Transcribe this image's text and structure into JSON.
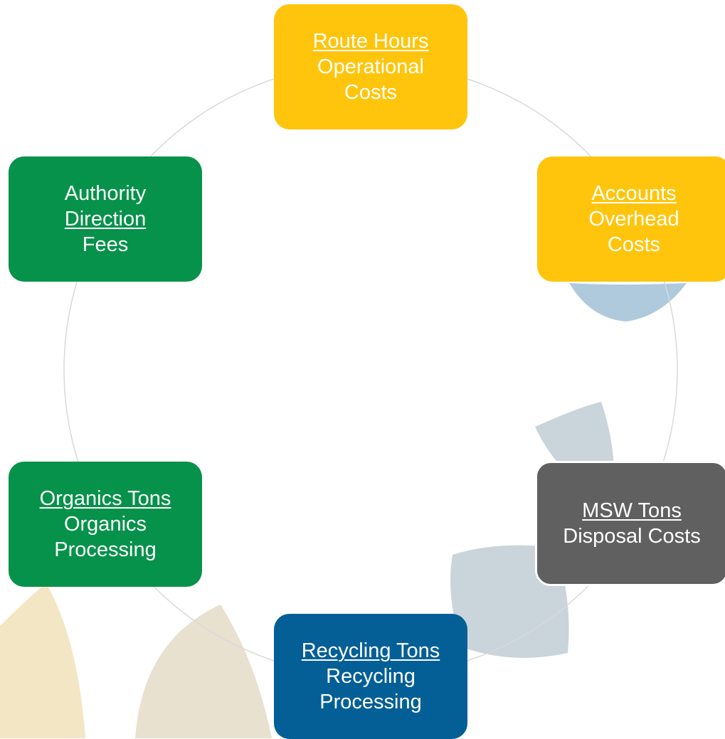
{
  "colors": {
    "gold": "#ffc50c",
    "green": "#06924a",
    "gray": "#606060",
    "blue": "#035f96",
    "ring": "#d9d9d9",
    "leaf_blue": "#aecadc",
    "leaf_gray": "#c9d4db",
    "leaf_tan": "#f3e6c4",
    "leaf_beige": "#e8e1cf"
  },
  "nodes": {
    "route": {
      "line1": "Route Hours",
      "line2": "Operational",
      "line3": "Costs",
      "color": "#ffc50c"
    },
    "accounts": {
      "line1": "Accounts",
      "line2": "Overhead",
      "line3": "Costs",
      "color": "#ffc50c"
    },
    "msw": {
      "line1": "MSW Tons",
      "line2": "Disposal Costs",
      "color": "#606060"
    },
    "recycling": {
      "line1": "Recycling Tons",
      "line2": "Recycling",
      "line3": "Processing",
      "color": "#035f96"
    },
    "organics": {
      "line1": "Organics Tons",
      "line2": "Organics",
      "line3": "Processing",
      "color": "#06924a"
    },
    "authority": {
      "line1": "Authority",
      "line2": "Direction",
      "line3": "Fees",
      "color": "#06924a"
    }
  }
}
